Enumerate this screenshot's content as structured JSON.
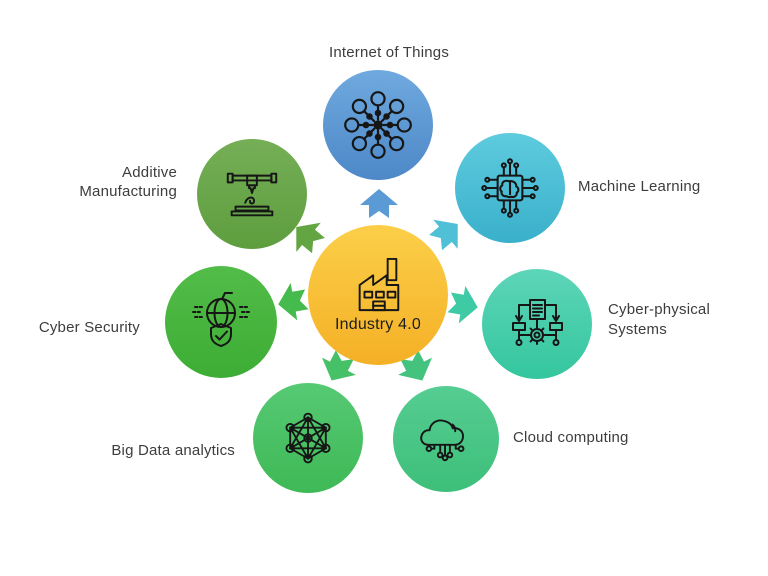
{
  "diagram": {
    "center": {
      "label": "Industry 4.0",
      "icon": "factory-icon",
      "color_top": "#fccf49",
      "color_bottom": "#f4b026"
    },
    "nodes": [
      {
        "id": "internet-of-things",
        "label": "Internet of Things",
        "icon": "iot-network-icon",
        "color_top": "#6fa9de",
        "color_bottom": "#4d88c8",
        "arrow_color": "#5b9bd5"
      },
      {
        "id": "machine-learning",
        "label": "Machine Learning",
        "icon": "machine-learning-chip-icon",
        "color_top": "#5ecbde",
        "color_bottom": "#3ab0cb",
        "arrow_color": "#4fc0d6"
      },
      {
        "id": "cyber-physical-systems",
        "label": "Cyber-physical Systems",
        "lines": [
          "Cyber-physical",
          "Systems"
        ],
        "icon": "cyber-physical-icon",
        "color_top": "#5dd5b8",
        "color_bottom": "#34c69e",
        "arrow_color": "#3fcaa6"
      },
      {
        "id": "cloud-computing",
        "label": "Cloud computing",
        "icon": "cloud-computing-icon",
        "color_top": "#56cd92",
        "color_bottom": "#3dbf79",
        "arrow_color": "#43c37e"
      },
      {
        "id": "big-data-analytics",
        "label": "Big Data analytics",
        "icon": "big-data-network-icon",
        "color_top": "#57c974",
        "color_bottom": "#3eb956",
        "arrow_color": "#46c167"
      },
      {
        "id": "cyber-security",
        "label": "Cyber Security",
        "icon": "cyber-security-icon",
        "color_top": "#53bc49",
        "color_bottom": "#3cad34",
        "arrow_color": "#45ba4d"
      },
      {
        "id": "additive-manufacturing",
        "label": "Additive Manufacturing",
        "lines": [
          "Additive",
          "Manufacturing"
        ],
        "icon": "additive-manufacturing-icon",
        "color_top": "#75ae56",
        "color_bottom": "#5e9e3f",
        "arrow_color": "#63a543"
      }
    ]
  }
}
